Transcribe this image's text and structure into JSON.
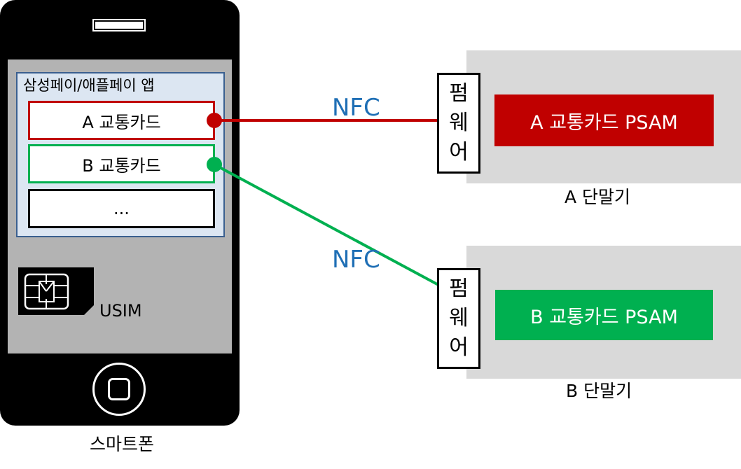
{
  "phone": {
    "app_title": "삼성페이/애플페이 앱",
    "cards": [
      "A 교통카드",
      "B 교통카드",
      "..."
    ],
    "usim_label": "USIM",
    "label": "스마트폰"
  },
  "connections": [
    {
      "label": "NFC",
      "color": "#c00000"
    },
    {
      "label": "NFC",
      "color": "#00b050"
    }
  ],
  "terminals": [
    {
      "firmware_chars": [
        "펌",
        "웨",
        "어"
      ],
      "psam_label": "A 교통카드 PSAM",
      "psam_color": "#c00000",
      "label": "A 단말기"
    },
    {
      "firmware_chars": [
        "펌",
        "웨",
        "어"
      ],
      "psam_label": "B 교통카드 PSAM",
      "psam_color": "#00b050",
      "label": "B 단말기"
    }
  ]
}
